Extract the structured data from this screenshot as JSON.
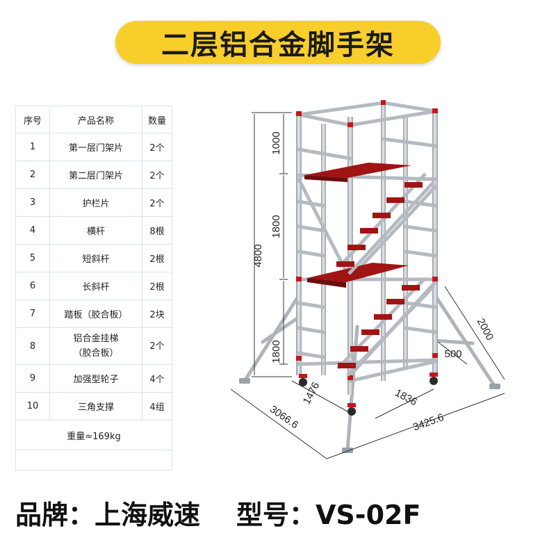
{
  "title": "二层铝合金脚手架",
  "table": {
    "headers": [
      "序号",
      "产品名称",
      "数量"
    ],
    "rows": [
      {
        "no": "1",
        "name": "第一层门架片",
        "qty": "2个"
      },
      {
        "no": "2",
        "name": "第二层门架片",
        "qty": "2个"
      },
      {
        "no": "3",
        "name": "护栏片",
        "qty": "2个"
      },
      {
        "no": "4",
        "name": "横杆",
        "qty": "8根"
      },
      {
        "no": "5",
        "name": "短斜杆",
        "qty": "2根"
      },
      {
        "no": "6",
        "name": "长斜杆",
        "qty": "2根"
      },
      {
        "no": "7",
        "name": "踏板（胶合板）",
        "qty": "2块"
      },
      {
        "no": "8",
        "name": "铝合金挂梯",
        "name2": "（胶合板）",
        "qty": "2个"
      },
      {
        "no": "9",
        "name": "加强型轮子",
        "qty": "4个"
      },
      {
        "no": "10",
        "name": "三角支撑",
        "qty": "4组"
      }
    ],
    "weight": "重量≈169kg"
  },
  "dimensions": {
    "total_height": "4800",
    "top_guard": "1000",
    "upper_level": "1800",
    "lower_level": "1800",
    "depth": "1476",
    "length": "1836",
    "outrigger": "2000",
    "outrigger_offset": "500",
    "base_depth": "3066.6",
    "base_length": "3425.6"
  },
  "footer": {
    "brand": "品牌：上海威速",
    "model": "型号：VS-02F"
  },
  "colors": {
    "banner": "#f8ce2a",
    "frame": "#b9bfc6",
    "platform": "#a01414",
    "table_border": "#d6e2ee"
  }
}
